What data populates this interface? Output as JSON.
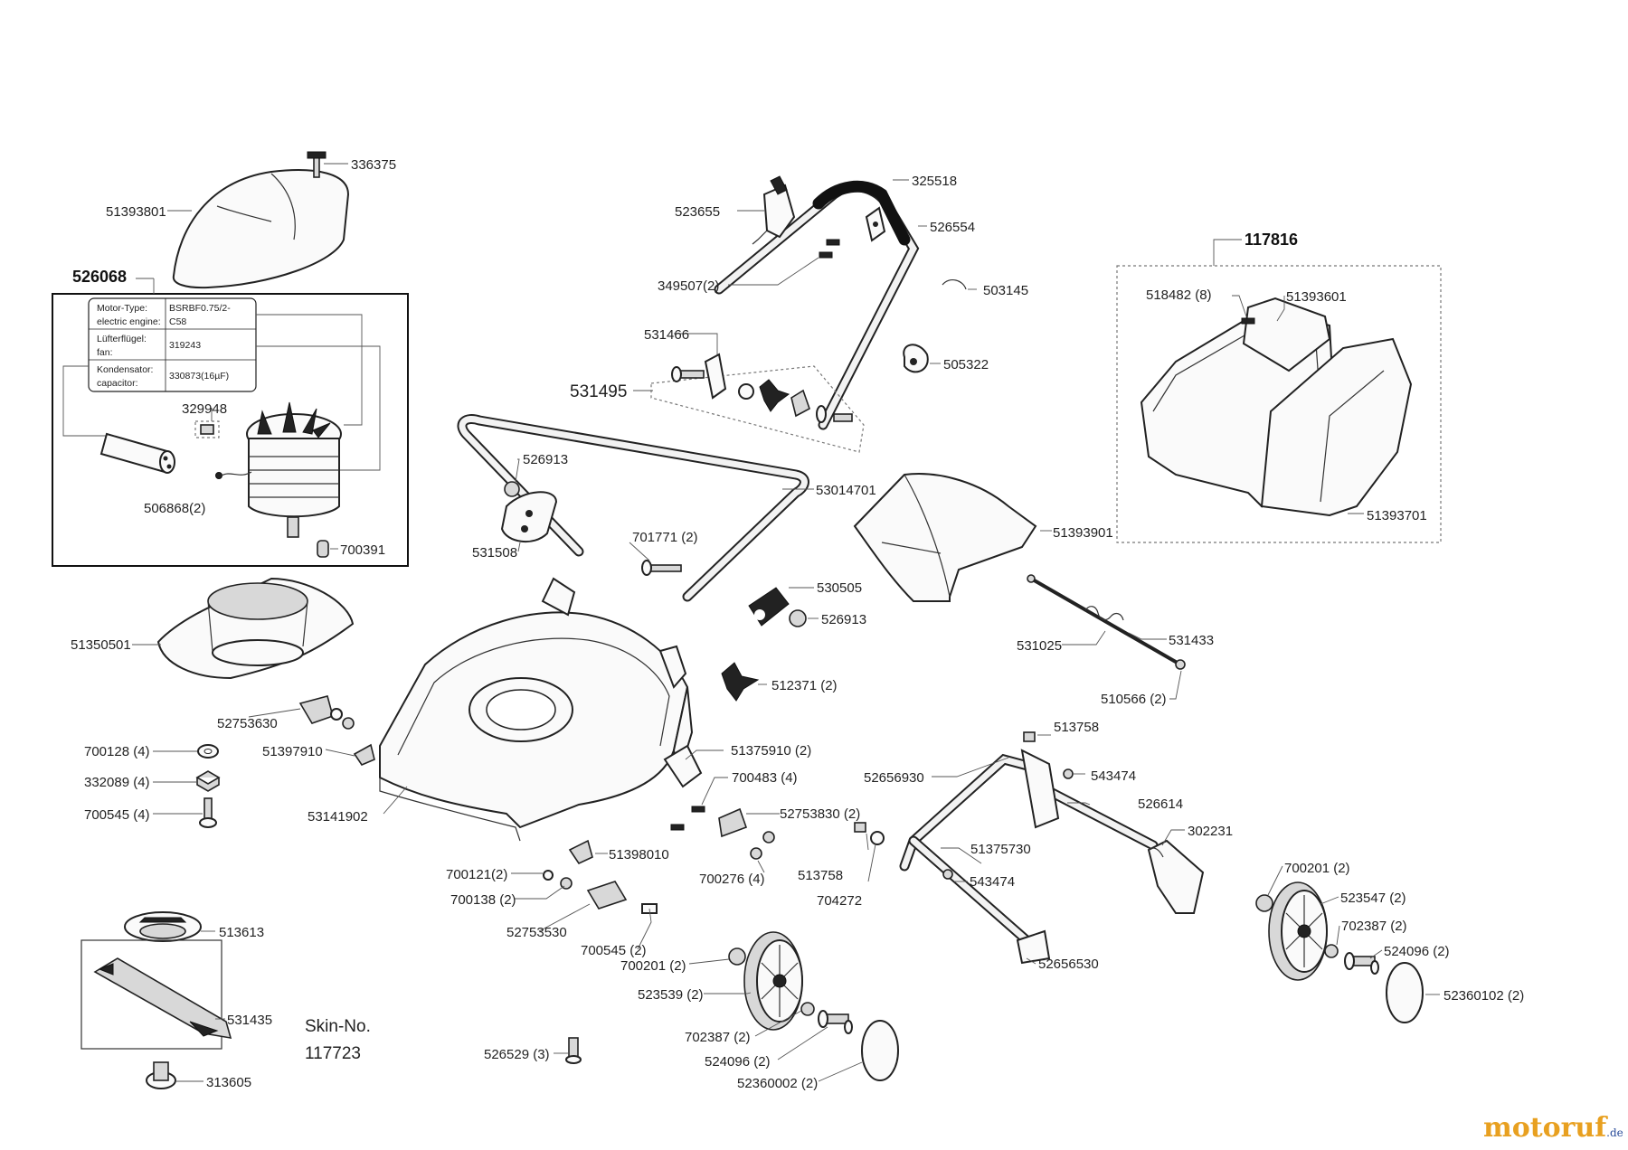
{
  "assembly_labels": {
    "engine_assembly": "526068",
    "grass_catcher": "117816",
    "handle_set": "531495"
  },
  "motor_table": {
    "rows": [
      {
        "label_de": "Motor-Type:",
        "label_en": "electric engine:",
        "value_1": "BSRBF0.75/2-",
        "value_2": "C58"
      },
      {
        "label_de": "Lüfterflügel:",
        "label_en": "fan:",
        "value_1": "319243",
        "value_2": ""
      },
      {
        "label_de": "Kondensator:",
        "label_en": "capacitor:",
        "value_1": "330873(16µF)",
        "value_2": ""
      }
    ]
  },
  "skin": {
    "label": "Skin-No.",
    "number": "117723"
  },
  "watermark": {
    "main": "motoruf",
    "suffix": ".de",
    "colors": [
      "#e8a020",
      "#2a4c9a"
    ]
  },
  "parts": {
    "p336375": "336375",
    "p51393801": "51393801",
    "p329948": "329948",
    "p506868": "506868(2)",
    "p700391": "700391",
    "p51350501": "51350501",
    "p52753630": "52753630",
    "p700128": "700128 (4)",
    "p51397910": "51397910",
    "p332089": "332089 (4)",
    "p700545a": "700545 (4)",
    "p53141902": "53141902",
    "p700121": "700121(2)",
    "p700138": "700138 (2)",
    "p51398010": "51398010",
    "p52753530": "52753530",
    "p700545b": "700545 (2)",
    "p513613": "513613",
    "p531435": "531435",
    "p313605": "313605",
    "p526529": "526529 (3)",
    "p523655": "523655",
    "p325518": "325518",
    "p526554": "526554",
    "p349507": "349507(2)",
    "p503145": "503145",
    "p531466": "531466",
    "p505322": "505322",
    "p526913a": "526913",
    "p53014701": "53014701",
    "p531508": "531508",
    "p701771": "701771 (2)",
    "p530505": "530505",
    "p526913b": "526913",
    "p512371": "512371 (2)",
    "p51375910": "51375910 (2)",
    "p700483": "700483 (4)",
    "p52753830": "52753830 (2)",
    "p700276": "700276 (4)",
    "p513758a": "513758",
    "p704272": "704272",
    "p513758b": "513758",
    "p543474a": "543474",
    "p52656930": "52656930",
    "p526614": "526614",
    "p302231": "302231",
    "p51375730": "51375730",
    "p543474b": "543474",
    "p52656530": "52656530",
    "p700201a": "700201 (2)",
    "p523539": "523539 (2)",
    "p702387a": "702387 (2)",
    "p524096a": "524096 (2)",
    "p52360002": "52360002 (2)",
    "p700201b": "700201 (2)",
    "p523547": "523547 (2)",
    "p702387b": "702387 (2)",
    "p524096b": "524096 (2)",
    "p52360102": "52360102 (2)",
    "p518482": "518482 (8)",
    "p51393601": "51393601",
    "p51393701": "51393701",
    "p51393901": "51393901",
    "p531025": "531025",
    "p531433": "531433",
    "p510566": "510566 (2)"
  }
}
